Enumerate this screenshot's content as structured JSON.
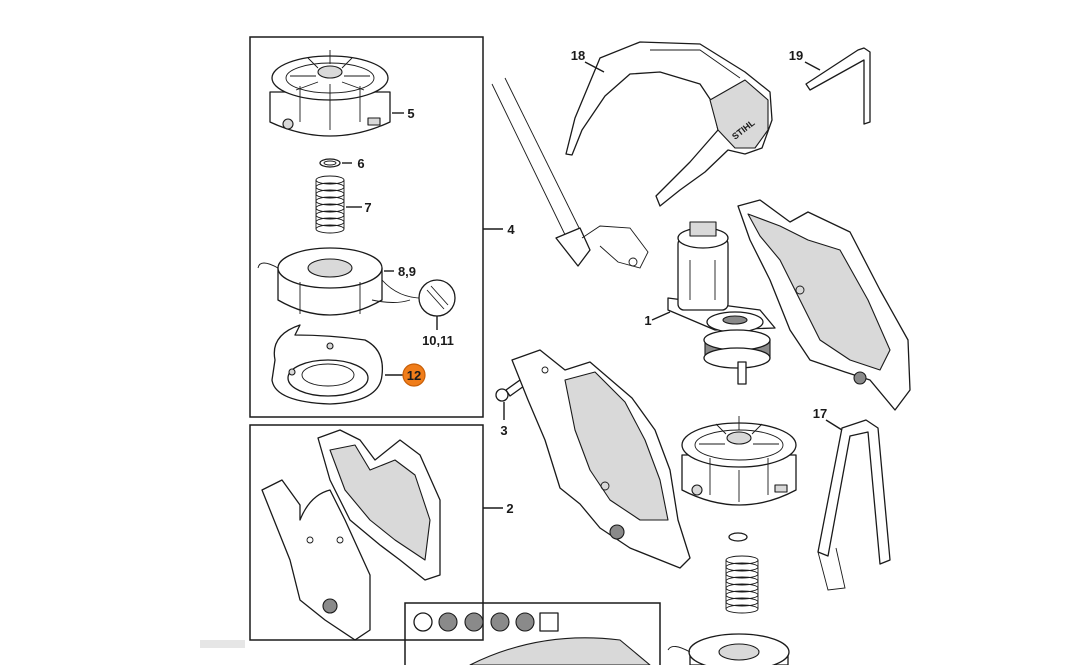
{
  "callouts": {
    "c1": "1",
    "c2": "2",
    "c3": "3",
    "c4": "4",
    "c5": "5",
    "c6": "6",
    "c7": "7",
    "c89": "8,9",
    "c1011": "10,11",
    "c12": "12",
    "c17": "17",
    "c18": "18",
    "c19": "19"
  },
  "colors": {
    "highlight": "#f07d1a",
    "line": "#1a1a1a",
    "shade": "#d9d9d9",
    "dark": "#8a8a8a"
  },
  "glasses_brand": "STIHL"
}
